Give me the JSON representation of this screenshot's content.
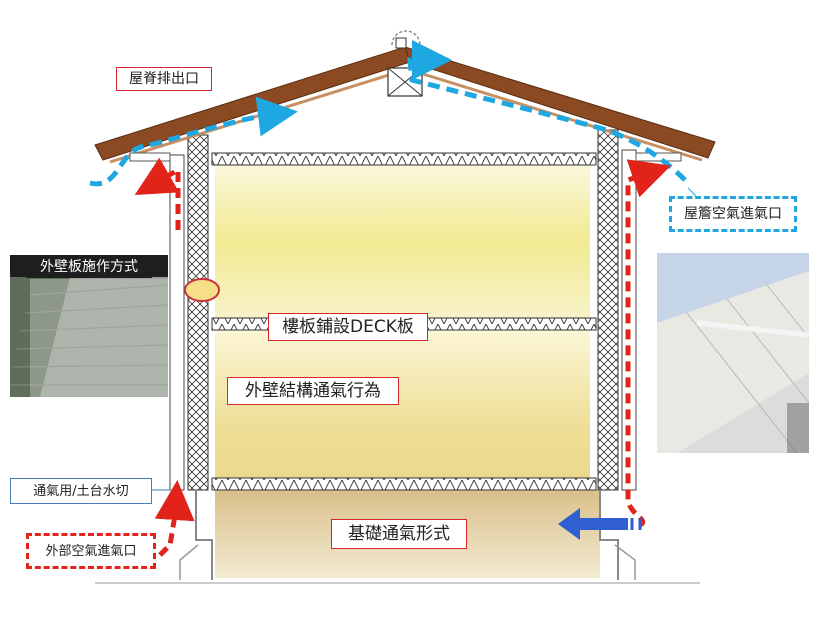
{
  "labels": {
    "ridge_vent": "屋脊排出口",
    "eave_intake": "屋簷空氣進氣口",
    "siding_method": "外壁板施作方式",
    "floor_deck": "樓板鋪設DECK板",
    "wall_ventilation": "外壁結構通氣行為",
    "sill_flashing": "通氣用/土台水切",
    "outside_intake": "外部空氣進氣口",
    "foundation_vent": "基礎通氣形式"
  },
  "colors": {
    "airflow_red": "#e2231a",
    "airflow_blue": "#1ea7e1",
    "roof_brown": "#8b4a22",
    "interior_yellow": "#f2eca0",
    "foundation_tan": "#d8c59a"
  },
  "icons": {
    "ridge_vent": "ridge-vent-icon",
    "siding_photo": "siding-photo",
    "eave_photo": "eave-photo"
  }
}
